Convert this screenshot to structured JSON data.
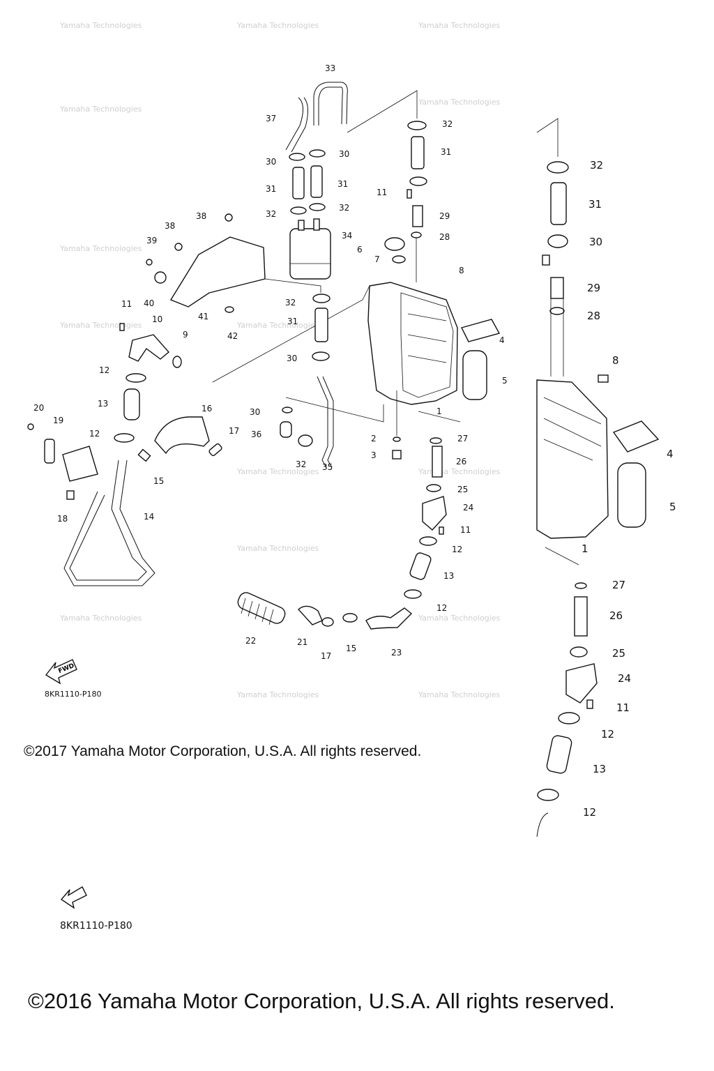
{
  "diagram": {
    "code_small": "8KR1110-P180",
    "code_large": "8KR1110-P180",
    "fwd_label": "FWD",
    "copyright_small": "©2017 Yamaha Motor Corporation, U.S.A. All rights reserved.",
    "copyright_large": "©2016 Yamaha Motor Corporation, U.S.A. All rights reserved.",
    "watermark": "Yamaha Technologies"
  },
  "callouts_main": [
    "33",
    "37",
    "32",
    "30",
    "30",
    "31",
    "31",
    "31",
    "32",
    "32",
    "11",
    "29",
    "28",
    "6",
    "7",
    "38",
    "38",
    "39",
    "34",
    "8",
    "32",
    "40",
    "41",
    "11",
    "10",
    "9",
    "42",
    "31",
    "4",
    "30",
    "5",
    "12",
    "13",
    "20",
    "19",
    "16",
    "30",
    "17",
    "12",
    "1",
    "36",
    "2",
    "27",
    "3",
    "26",
    "15",
    "32",
    "35",
    "25",
    "18",
    "14",
    "24",
    "11",
    "12",
    "13",
    "12",
    "22",
    "21",
    "17",
    "15",
    "23"
  ],
  "callouts_inset": [
    "32",
    "31",
    "30",
    "29",
    "28",
    "8",
    "4",
    "5",
    "1",
    "27",
    "26",
    "25",
    "24",
    "11",
    "12",
    "13",
    "12"
  ]
}
